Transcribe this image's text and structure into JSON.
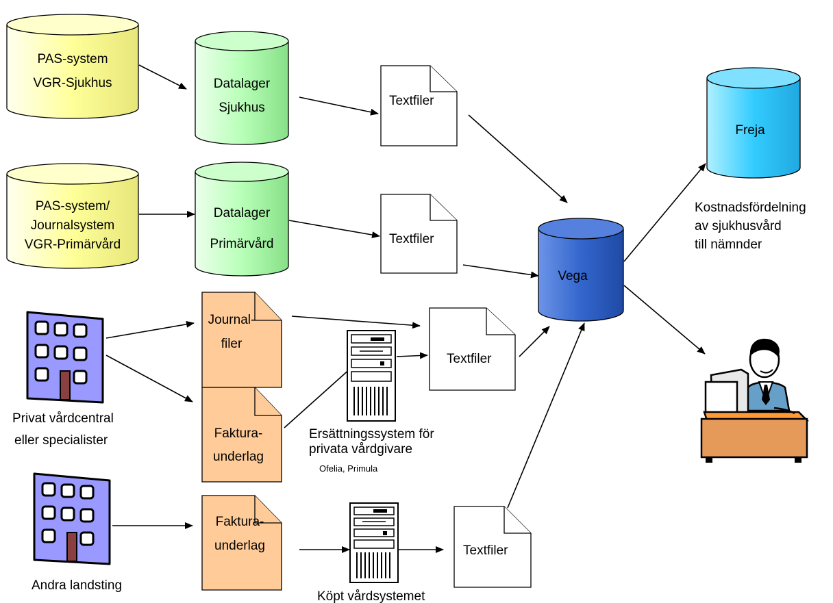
{
  "colors": {
    "yellow": "#ffff99",
    "green": "#ccffcc",
    "green_dark": "#99ff99",
    "orange": "#ffcc99",
    "cyan": "#33ccff",
    "blue": "#3366cc",
    "building": "#9999ff"
  },
  "nodes": {
    "pas_sjukhus": {
      "line1": "PAS-system",
      "line2": "VGR-Sjukhus"
    },
    "pas_primar": {
      "line1": "PAS-system/",
      "line2": "Journalsystem",
      "line3": "VGR-Primärvård"
    },
    "datalager_sjukhus": {
      "line1": "Datalager",
      "line2": "Sjukhus"
    },
    "datalager_primar": {
      "line1": "Datalager",
      "line2": "Primärvård"
    },
    "textfiler_1": {
      "label": "Textfiler"
    },
    "textfiler_2": {
      "label": "Textfiler"
    },
    "textfiler_3": {
      "label": "Textfiler"
    },
    "textfiler_4": {
      "label": "Textfiler"
    },
    "vega": {
      "label": "Vega"
    },
    "freja": {
      "label": "Freja"
    },
    "journalfiler": {
      "line1": "Journal-",
      "line2": "filer"
    },
    "faktura_1": {
      "line1": "Faktura-",
      "line2": "underlag"
    },
    "faktura_2": {
      "line1": "Faktura-",
      "line2": "underlag"
    },
    "privat_vardcentral": {
      "line1": "Privat vårdcentral",
      "line2": "eller specialister"
    },
    "andra_landsting": {
      "label": "Andra landsting"
    },
    "ersattningssystem": {
      "line1": "Ersättningssystem för",
      "line2": "privata vårdgivare",
      "line3": "Ofelia, Primula"
    },
    "kopt_vardsystemet": {
      "label": "Köpt vårdsystemet"
    },
    "kostnadsfordelning": {
      "line1": "Kostnadsfördelning",
      "line2": "av sjukhusvård",
      "line3": "till nämnder"
    }
  }
}
